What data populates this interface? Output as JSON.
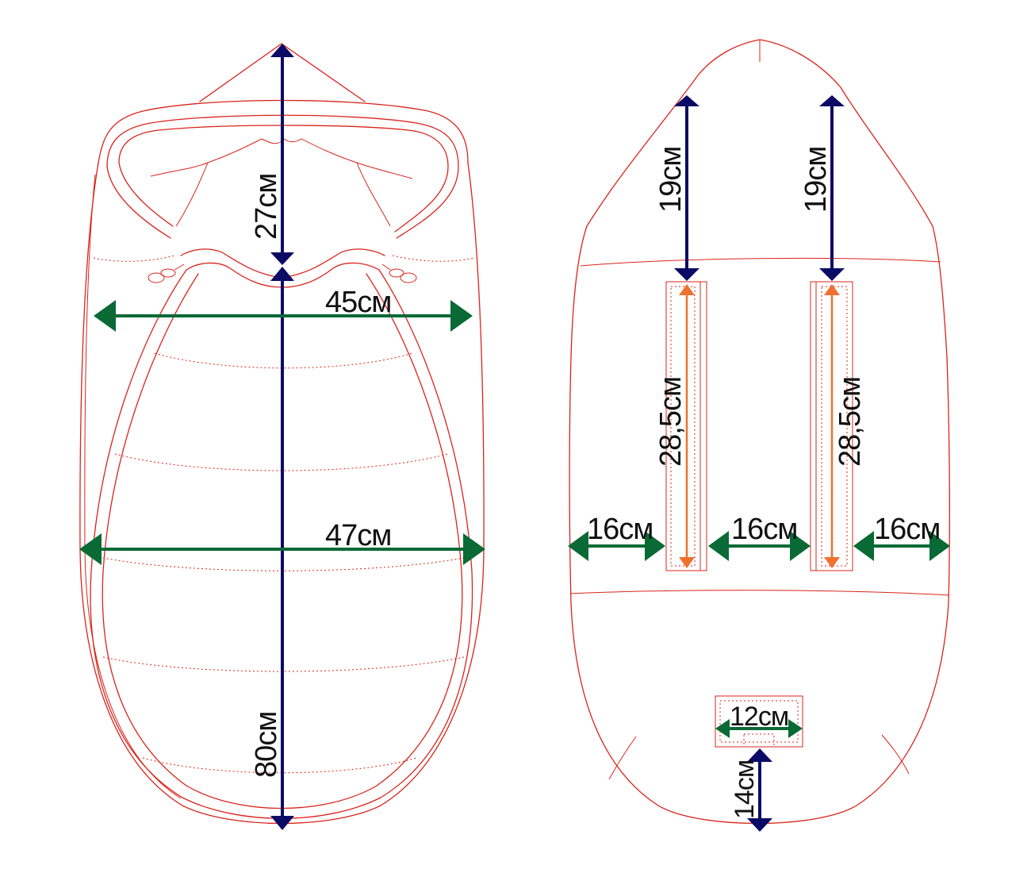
{
  "colors": {
    "outline": "#d9241c",
    "length_arrow": "#0b0b66",
    "width_arrow": "#0a6a36",
    "strap_arrow": "#f07030"
  },
  "front_view": {
    "hood_length": "27см",
    "total_length": "80см",
    "upper_width": "45см",
    "lower_width": "47см"
  },
  "back_view": {
    "strap_offset_left": "19см",
    "strap_offset_right": "19см",
    "strap_length_left": "28,5см",
    "strap_length_right": "28,5см",
    "gap_left": "16см",
    "gap_middle": "16см",
    "gap_right": "16см",
    "patch_width": "12см",
    "patch_offset_bottom": "14см"
  }
}
